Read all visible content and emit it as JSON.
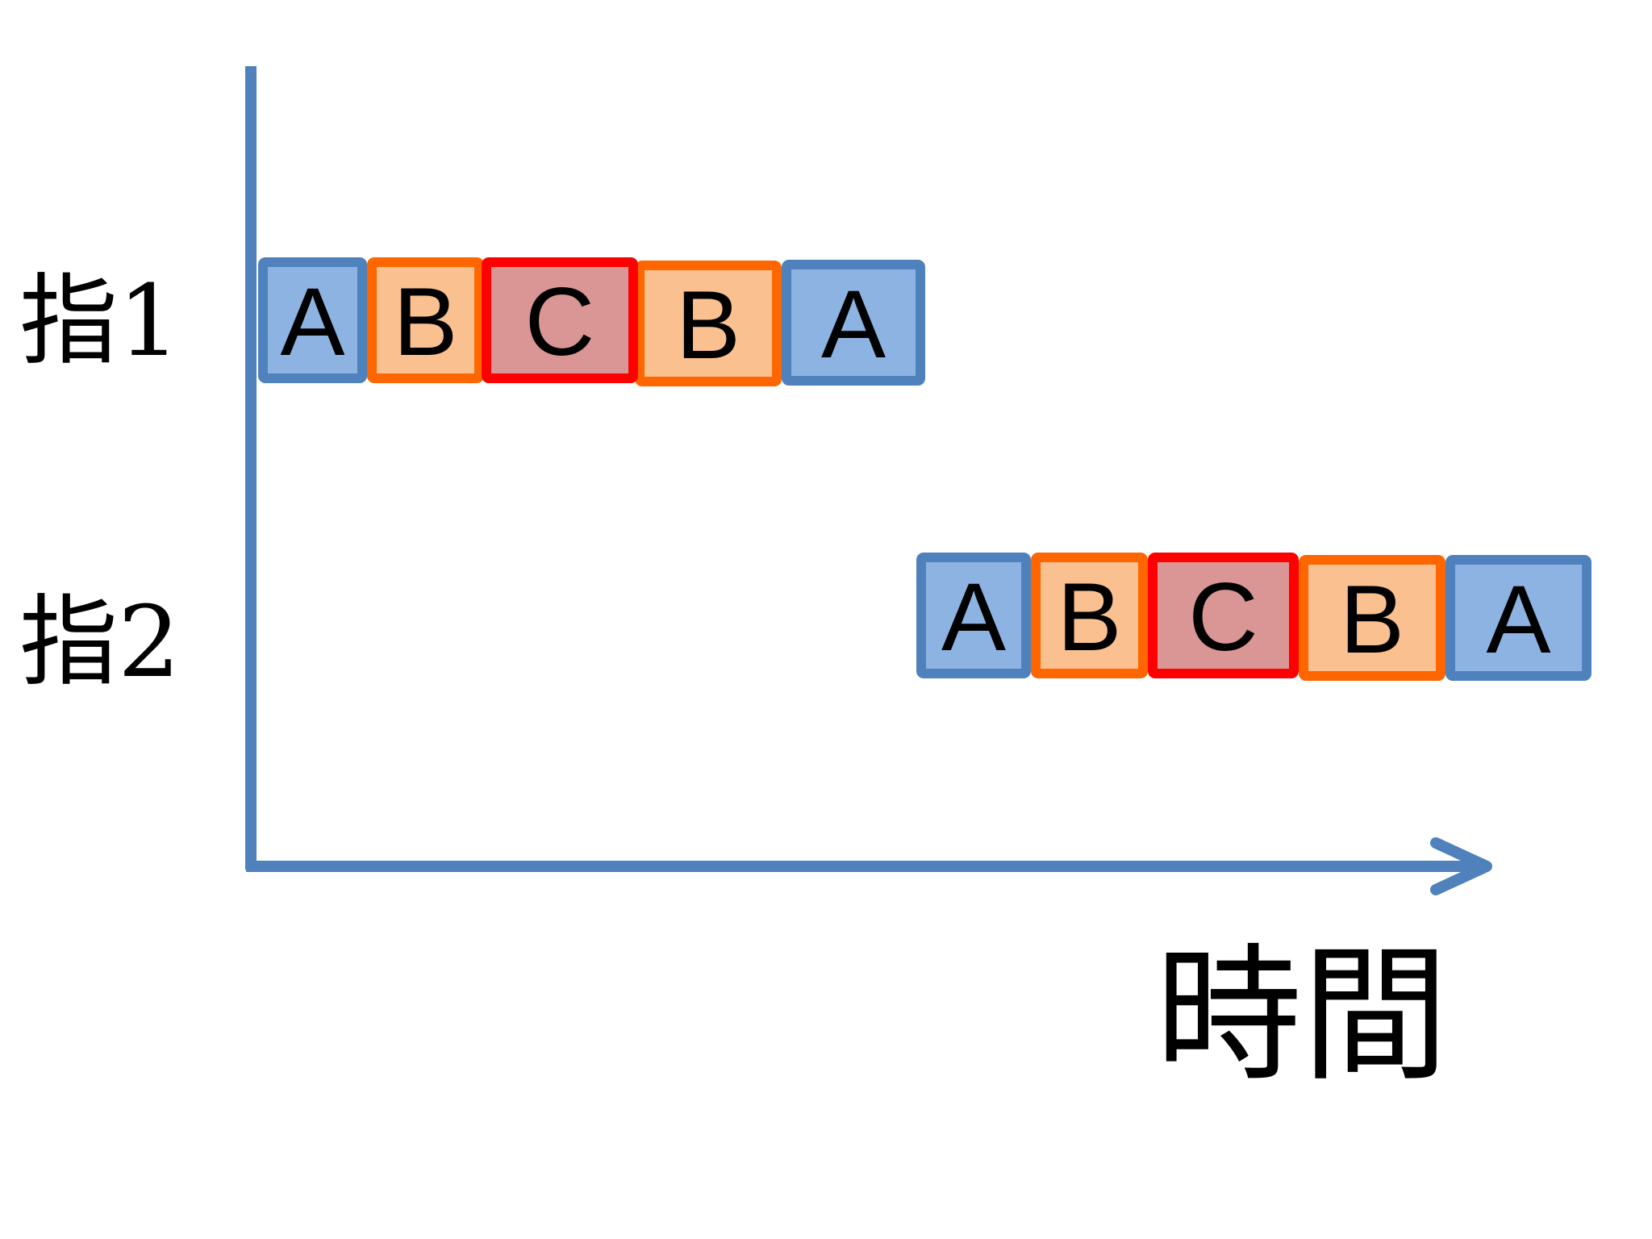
{
  "diagram": {
    "axis_label": "時間",
    "axis_color": "#4f81bd",
    "rows": [
      {
        "label": "指1",
        "sequence": [
          "A",
          "B",
          "C",
          "B",
          "A"
        ]
      },
      {
        "label": "指2",
        "sequence": [
          "A",
          "B",
          "C",
          "B",
          "A"
        ]
      }
    ],
    "styles": {
      "A": {
        "border": "#4f81bd",
        "fill": "#8db3e2"
      },
      "B": {
        "border": "#ff6600",
        "fill": "#fac090"
      },
      "C": {
        "border": "#ff0000",
        "fill": "#d99694"
      }
    }
  }
}
